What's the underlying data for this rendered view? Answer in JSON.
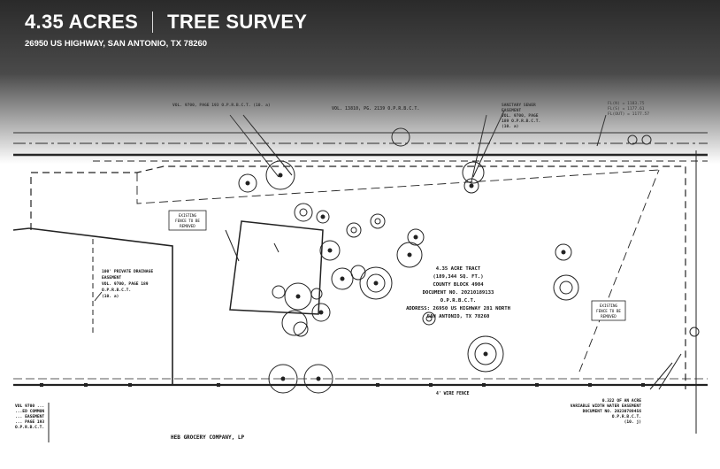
{
  "header": {
    "acreage": "4.35 ACRES",
    "title": "TREE SURVEY",
    "address": "26950 US HIGHWAY, SAN ANTONIO, TX 78260"
  },
  "plan": {
    "tract_label": [
      "4.35 ACRE TRACT",
      "(189,344 SQ. FT.)",
      "COUNTY BLOCK 4904",
      "DOCUMENT NO. 20210189133",
      "O.P.R.B.C.T.",
      "ADDRESS: 26950 US HIGHWAY 281 NORTH",
      "SAN ANTONIO, TX 78260"
    ],
    "bottom_owner": "HEB GROCERY COMPANY, LP",
    "fence_note": "4' WIRE FENCE",
    "top_record": "VOL. 13810, PG. 2139  O.P.R.B.C.T.",
    "easement_top_left": "VOL. 9700, PAGE 193  O.P.R.B.C.T.  (10. a)",
    "sanitary_easement": [
      "SANITARY SEWER",
      "EASEMENT",
      "VOL. 9700, PAGE",
      "189 O.P.R.B.C.T.",
      "(10. a)"
    ],
    "drainage_easement": [
      "100' PRIVATE DRAINAGE",
      "EASEMENT",
      "VOL. 9700, PAGE 189",
      "O.P.R.B.C.T.",
      "(10. a)"
    ],
    "existing_fence_left": [
      "EXISTING",
      "FENCE TO BE",
      "REMOVED"
    ],
    "existing_fence_right": [
      "EXISTING",
      "FENCE TO BE",
      "REMOVED"
    ],
    "bottom_right_easement": [
      "0.322 OF AN ACRE",
      "VARIABLE WIDTH WATER EASEMENT",
      "DOCUMENT NO. 20230789456",
      "O.P.R.B.C.T.",
      "(10. j)"
    ],
    "bottom_left_note": [
      "VOL 9700 ...",
      "...ED COMMON",
      "... EASEMENT",
      "... PAGE 193",
      "O.P.R.B.C.T."
    ],
    "elevations": [
      "FL(N) = 1183.75",
      "FL(S) = 1177.61",
      "FL(OUT) = 1177.57"
    ]
  },
  "chart_data": {
    "type": "map",
    "description_source": "site plan tree survey"
  }
}
